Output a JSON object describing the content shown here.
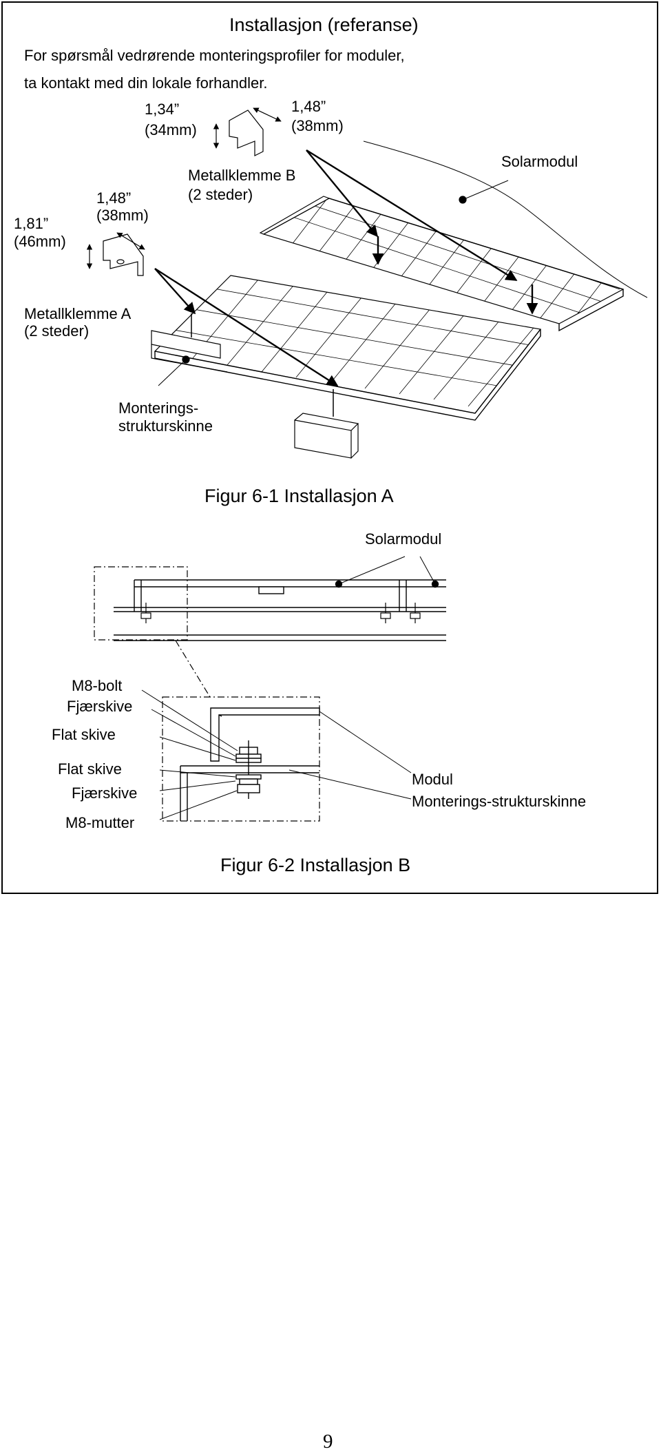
{
  "header": {
    "title": "Installasjon (referanse)",
    "intro_line1": "For spørsmål vedrørende monteringsprofiler for moduler,",
    "intro_line2": "ta kontakt med din lokale forhandler."
  },
  "figure1": {
    "dim_134": "1,34”",
    "dim_34mm": "(34mm)",
    "dim_148_top": "1,48”",
    "dim_38mm_top": "(38mm)",
    "clamp_b": "Metallklemme B",
    "clamp_b_count": "(2 steder)",
    "dim_148_left": "1,48”",
    "dim_38mm_left": "(38mm)",
    "dim_181": "1,81”",
    "dim_46mm": "(46mm)",
    "solar_module": "Solarmodul",
    "clamp_a": "Metallklemme A",
    "clamp_a_count": "(2 steder)",
    "rail_line1": "Monterings-",
    "rail_line2": "strukturskinne",
    "caption": "Figur 6-1 Installasjon A"
  },
  "figure2": {
    "solar_module": "Solarmodul",
    "m8_bolt": "M8-bolt",
    "spring_washer_top": "Fjærskive",
    "flat_washer_top": "Flat skive",
    "flat_washer_bottom": "Flat skive",
    "spring_washer_bottom": "Fjærskive",
    "m8_nut": "M8-mutter",
    "module": "Modul",
    "rail": "Monterings-strukturskinne",
    "caption": "Figur 6-2 Installasjon B"
  },
  "footer": {
    "page_number": "9"
  }
}
